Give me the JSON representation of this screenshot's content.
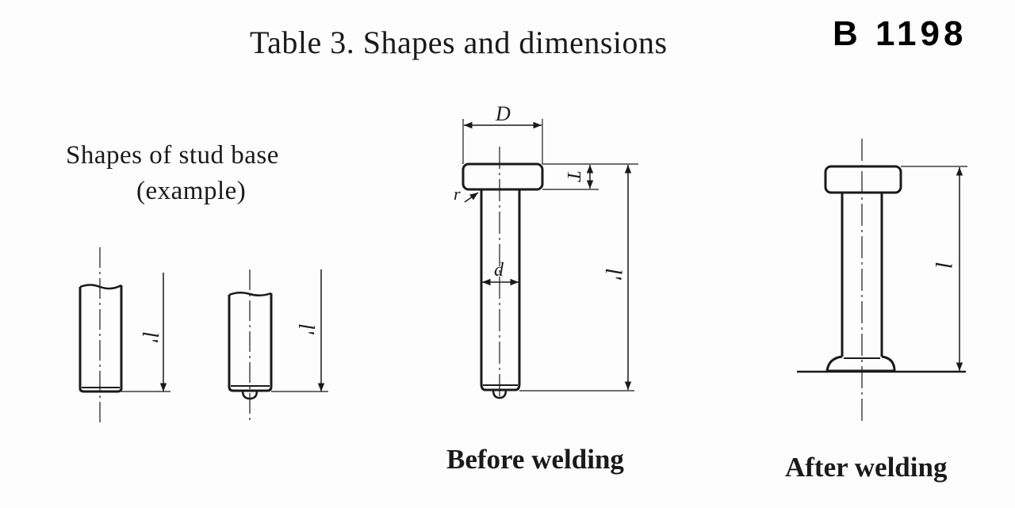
{
  "header": {
    "title": "Table 3.  Shapes and dimensions",
    "doc_number": "B 1198"
  },
  "left_panel": {
    "caption_line1": "Shapes of stud base",
    "caption_line2": "(example)",
    "length_label": "l'"
  },
  "before_welding": {
    "caption": "Before welding",
    "dim_head_diameter": "D",
    "dim_head_thickness": "T",
    "dim_shank_diameter": "d",
    "dim_length": "l'",
    "dim_radius": "r"
  },
  "after_welding": {
    "caption": "After welding",
    "dim_length": "l"
  }
}
